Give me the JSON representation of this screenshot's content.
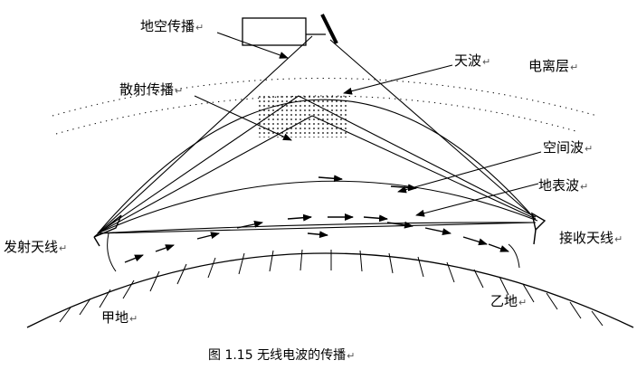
{
  "labels": {
    "ground_to_space": "地空传播",
    "sky_wave": "天波",
    "ionosphere": "电离层",
    "scatter": "散射传播",
    "space_wave": "空间波",
    "ground_wave": "地表波",
    "transmit_antenna": "发射天线",
    "receive_antenna": "接收天线",
    "site_a": "甲地",
    "site_b": "乙地"
  },
  "paragraph_mark": "↵",
  "caption": {
    "number": "图 1.15",
    "text": "无线电波的传播"
  }
}
